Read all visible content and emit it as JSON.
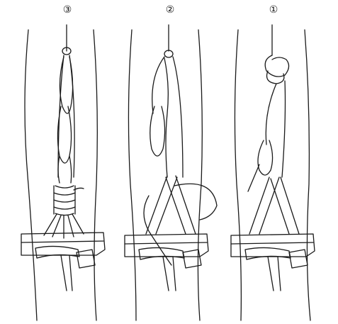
{
  "panels": [
    {
      "label": "③"
    },
    {
      "label": "②"
    },
    {
      "label": "①"
    }
  ],
  "colors": {
    "ink": "#1a1a1a",
    "paper": "#ffffff"
  }
}
